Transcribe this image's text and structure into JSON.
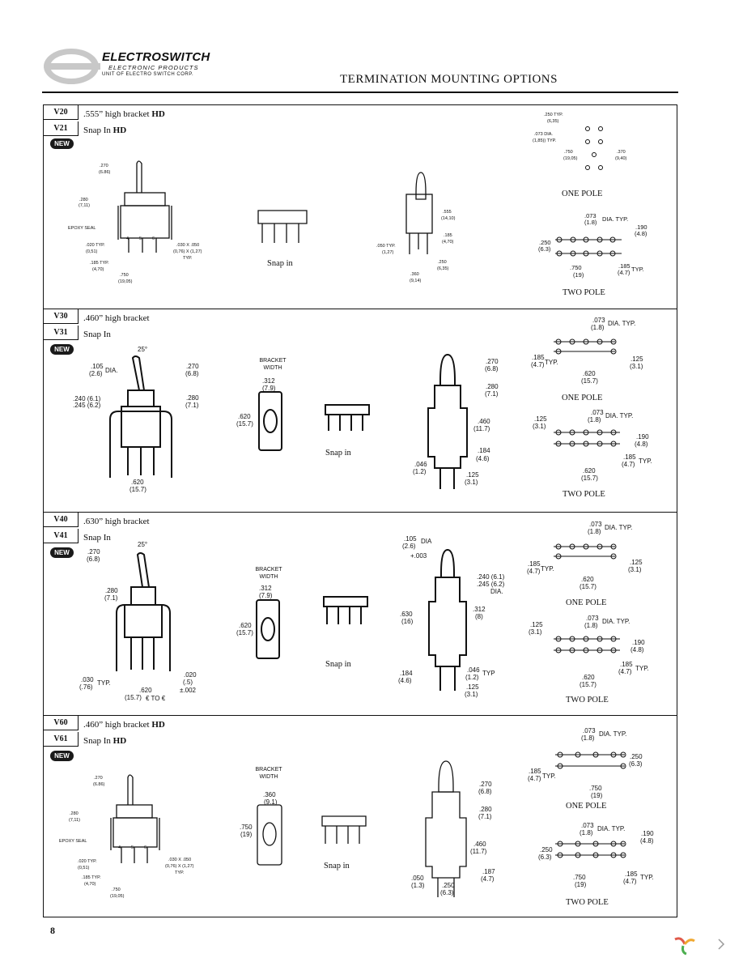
{
  "header": {
    "brand": "ELECTROSWITCH",
    "brand_sub": "ELECTRONIC PRODUCTS",
    "brand_unit": "UNIT OF ELECTRO SWITCH CORP.",
    "title": "TERMINATION MOUNTING OPTIONS"
  },
  "sections": [
    {
      "code_a": "V20",
      "desc_a": ".555” high bracket",
      "desc_a_bold": "HD",
      "code_b": "V21",
      "desc_b": "Snap In",
      "desc_b_bold": "HD",
      "badge": "NEW",
      "snap_label": "Snap in",
      "pole1": "ONE POLE",
      "pole2": "TWO POLE"
    },
    {
      "code_a": "V30",
      "desc_a": ".460” high bracket",
      "desc_a_bold": "",
      "code_b": "V31",
      "desc_b": "Snap In",
      "desc_b_bold": "",
      "badge": "NEW",
      "bracket_width": "BRACKET WIDTH",
      "snap_label": "Snap in",
      "pole1": "ONE POLE",
      "pole2": "TWO POLE"
    },
    {
      "code_a": "V40",
      "desc_a": ".630” high bracket",
      "desc_a_bold": "",
      "code_b": "V41",
      "desc_b": "Snap In",
      "desc_b_bold": "",
      "badge": "NEW",
      "bracket_width": "BRACKET WIDTH",
      "snap_label": "Snap in",
      "pole1": "ONE POLE",
      "pole2": "TWO POLE"
    },
    {
      "code_a": "V60",
      "desc_a": ".460” high bracket",
      "desc_a_bold": "HD",
      "code_b": "V61",
      "desc_b": "Snap In",
      "desc_b_bold": "HD",
      "badge": "NEW",
      "bracket_width": "BRACKET WIDTH",
      "snap_label": "Snap in",
      "pole1": "ONE POLE",
      "pole2": "TWO POLE"
    }
  ],
  "dims": {
    "s1_left": [
      ".270",
      "(6.86)",
      ".280",
      "(7,11)",
      "EPOXY SEAL",
      ".020 TYP.",
      "(0,51)",
      ".185 TYP.",
      "(4,70)",
      ".750",
      "(19,05)",
      ".030 X .050",
      "(0,76) X (1,27)",
      "TYP.",
      "4",
      "5",
      "6"
    ],
    "s1_right": [
      ".555",
      "(14,10)",
      ".185",
      "(4,70)",
      ".050 TYP.",
      "(1,27)",
      ".250",
      "(6,35)",
      ".360",
      "(9,14)"
    ],
    "s1_pole1": [
      ".250 TYP.",
      "(6,35)",
      ".073 DIA.",
      "(1,85)) TYP.",
      ".750",
      "(19,05)",
      ".370",
      "(9,40)"
    ],
    "s1_pole2": [
      ".073",
      "(1.8)",
      "DIA. TYP.",
      ".190",
      "(4.8)",
      ".250",
      "(6.3)",
      ".750",
      "(19)",
      ".185",
      "(4.7)",
      "TYP."
    ],
    "s2_left": [
      "25°",
      ".105",
      "(2.6)",
      "DIA.",
      ".270",
      "(6.8)",
      ".240 (6.1)",
      ".245 (6.2)",
      ".280",
      "(7.1)",
      ".620",
      "(15.7)"
    ],
    "s2_bracket": [
      ".312",
      "(7.9)",
      ".620",
      "(15.7)"
    ],
    "s2_side": [
      ".270",
      "(6.8)",
      ".280",
      "(7.1)",
      ".460",
      "(11.7)",
      ".184",
      "(4.6)",
      ".046",
      "(1.2)",
      ".125",
      "(3.1)"
    ],
    "s2_pole1": [
      ".073",
      "(1.8)",
      "DIA. TYP.",
      ".185",
      "(4.7)",
      "TYP.",
      ".620",
      "(15.7)",
      ".125",
      "(3.1)"
    ],
    "s2_pole2": [
      ".125",
      "(3.1)",
      ".073",
      "(1.8)",
      "DIA. TYP.",
      ".190",
      "(4.8)",
      ".185",
      "(4.7)",
      "TYP.",
      ".620",
      "(15.7)"
    ],
    "s3_left": [
      "25°",
      ".270",
      "(6.8)",
      ".280",
      "(7.1)",
      ".030",
      "(.76)",
      "TYP.",
      ".620",
      "(15.7)",
      "€ TO €",
      ".020",
      "(.5)",
      "±.002"
    ],
    "s3_bracket": [
      ".312",
      "(7.9)",
      ".620",
      "(15.7)"
    ],
    "s3_side": [
      ".105",
      "(2.6)",
      "DIA",
      "+.003",
      ".240 (6.1)",
      ".245 (6.2)",
      "DIA.",
      ".630",
      "(16)",
      ".312",
      "(8)",
      ".184",
      "(4.6)",
      ".046",
      "(1.2)",
      "TYP",
      ".125",
      "(3.1)"
    ],
    "s3_pole1": [
      ".073",
      "(1.8)",
      "DIA. TYP.",
      ".185",
      "(4.7)",
      "TYP.",
      ".620",
      "(15.7)",
      ".125",
      "(3.1)"
    ],
    "s3_pole2": [
      ".125",
      "(3.1)",
      ".073",
      "(1.8)",
      "DIA. TYP.",
      ".190",
      "(4.8)",
      ".185",
      "(4.7)",
      "TYP.",
      ".620",
      "(15.7)"
    ],
    "s4_left": [
      ".270",
      "(6.86)",
      ".280",
      "(7,11)",
      "EPOXY SEAL",
      ".020 TYP.",
      "(0,51)",
      ".185 TYP.",
      "(4,70)",
      ".750",
      "(19,05)",
      ".030 X .050",
      "(0,76) X (1,27)",
      "TYP.",
      "4",
      "5",
      "6"
    ],
    "s4_bracket": [
      ".360",
      "(9.1)",
      ".750",
      "(19)"
    ],
    "s4_side": [
      ".270",
      "(6.8)",
      ".280",
      "(7.1)",
      ".460",
      "(11.7)",
      ".050",
      "(1.3)",
      ".250",
      "(6.3)",
      ".187",
      "(4.7)"
    ],
    "s4_pole1": [
      ".073",
      "(1.8)",
      "DIA. TYP.",
      ".250",
      "(6.3)",
      ".185",
      "(4.7)",
      "TYP.",
      ".750",
      "(19)"
    ],
    "s4_pole2": [
      ".073",
      "(1.8)",
      "DIA. TYP.",
      ".190",
      "(4.8)",
      ".250",
      "(6.3)",
      ".750",
      "(19)",
      ".185",
      "(4.7)",
      "TYP."
    ]
  },
  "footer": {
    "page_number": "8"
  }
}
